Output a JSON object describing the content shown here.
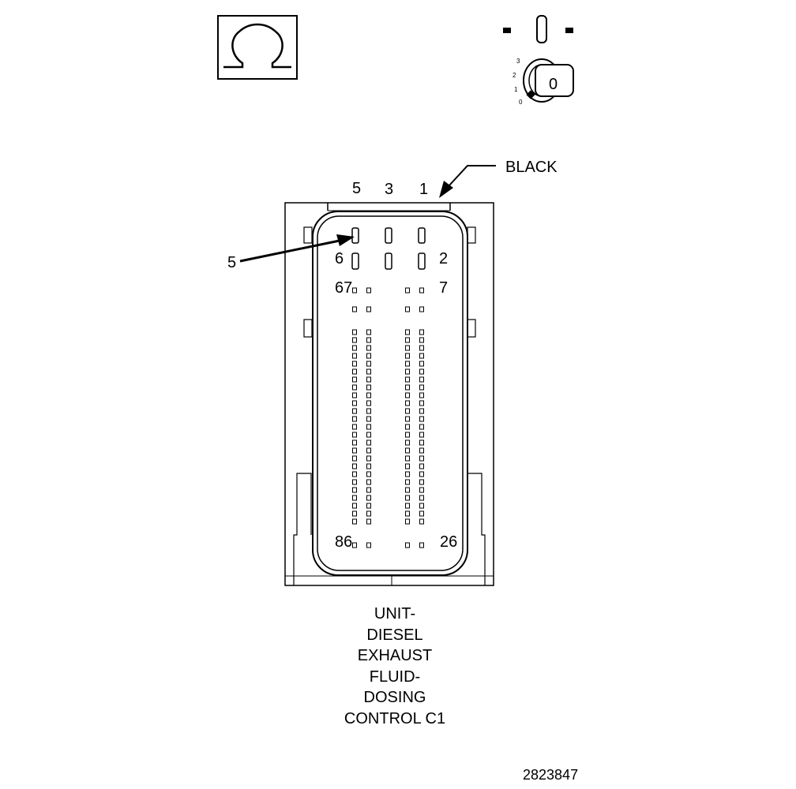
{
  "icons": {
    "connector_symbol": "omega-icon",
    "ignition_key": "ignition-key-icon",
    "ignition_switch": "ignition-switch-icon"
  },
  "ignition": {
    "positions": [
      "3",
      "2",
      "1",
      "0"
    ],
    "key_label": "0"
  },
  "connector": {
    "color_label": "BLACK",
    "view_callout": "5",
    "top_cavity_labels": [
      "5",
      "3",
      "1"
    ],
    "cavity_labels": {
      "row2_left": "6",
      "row2_right": "2",
      "first_small_left": "67",
      "first_small_right": "7",
      "last_small_left": "86",
      "last_small_right": "26"
    },
    "title_lines": [
      "UNIT-",
      "DIESEL",
      "EXHAUST",
      "FLUID-",
      "DOSING",
      "CONTROL C1"
    ]
  },
  "figure_id": "2823847"
}
